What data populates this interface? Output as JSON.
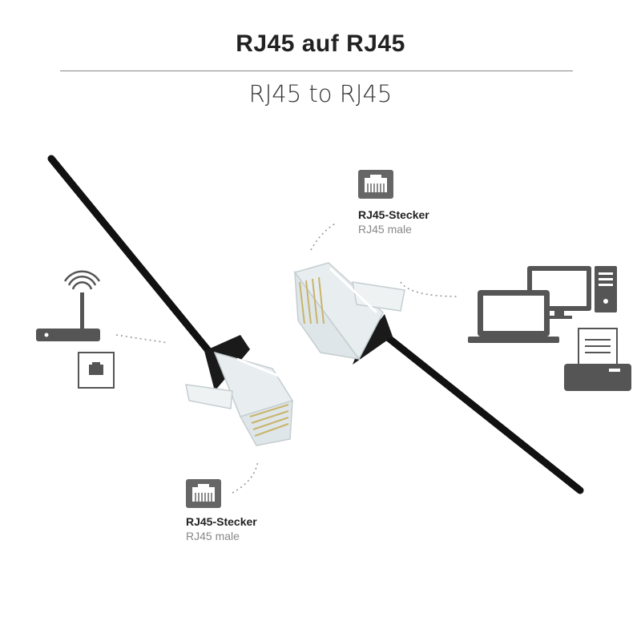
{
  "title_de": "RJ45 auf RJ45",
  "title_en": "RJ45 to RJ45",
  "connector_top": {
    "label_de": "RJ45-Stecker",
    "label_en": "RJ45 male"
  },
  "connector_bottom": {
    "label_de": "RJ45-Stecker",
    "label_en": "RJ45 male"
  },
  "icons": [
    "router-icon",
    "wall-socket-icon",
    "port-icon",
    "monitor-icon",
    "laptop-icon",
    "desktop-tower-icon",
    "printer-icon"
  ],
  "colors": {
    "cable": "#111111",
    "icon_gray": "#555555",
    "dots": "#999999"
  }
}
